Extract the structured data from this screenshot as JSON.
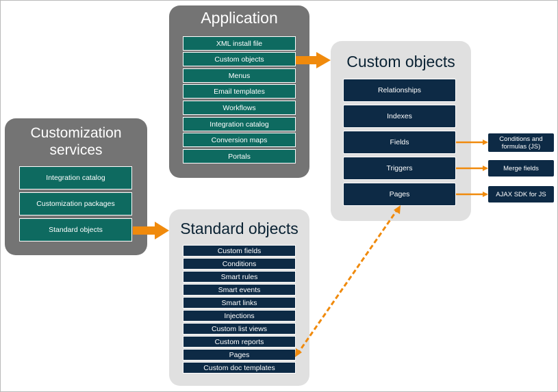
{
  "application": {
    "title": "Application",
    "items": [
      "XML install file",
      "Custom objects",
      "Menus",
      "Email templates",
      "Workflows",
      "Integration catalog",
      "Conversion maps",
      "Portals"
    ]
  },
  "customization_services": {
    "title_line1": "Customization",
    "title_line2": "services",
    "items": [
      "Integration catalog",
      "Customization packages",
      "Standard objects"
    ]
  },
  "custom_objects": {
    "title": "Custom objects",
    "items": [
      "Relationships",
      "Indexes",
      "Fields",
      "Triggers",
      "Pages"
    ]
  },
  "side_notes": {
    "fields_note_line1": "Conditions and",
    "fields_note_line2": "formulas (JS)",
    "triggers_note": "Merge fields",
    "pages_note": "AJAX SDK for JS"
  },
  "standard_objects": {
    "title": "Standard objects",
    "items": [
      "Custom fields",
      "Conditions",
      "Smart rules",
      "Smart events",
      "Smart links",
      "Injections",
      "Custom list views",
      "Custom reports",
      "Pages",
      "Custom doc templates"
    ]
  },
  "colors": {
    "dark_panel": "#747474",
    "light_panel": "#e0e0e0",
    "teal_box": "#0e6a60",
    "navy_box": "#0d2a45",
    "arrow": "#f08a0c"
  }
}
